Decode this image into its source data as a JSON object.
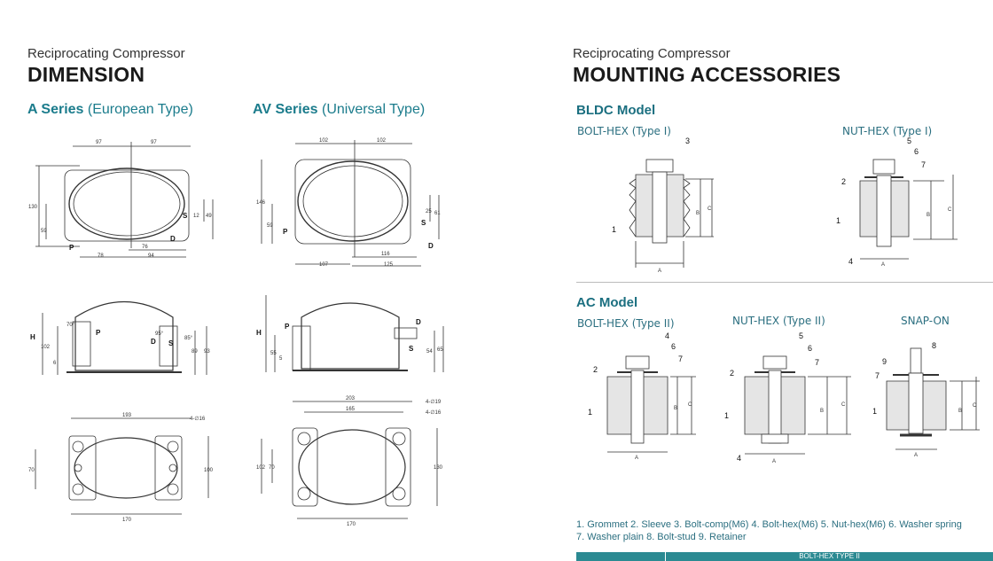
{
  "left": {
    "kicker": "Reciprocating Compressor",
    "title": "DIMENSION",
    "series_a": {
      "name": "A Series",
      "type": "(European Type)"
    },
    "series_av": {
      "name": "AV Series",
      "type": "(Universal Type)"
    },
    "a_dims": {
      "top_w1": "97",
      "top_w2": "97",
      "h_total": "130",
      "h_59": "59",
      "r12": "12",
      "r49": "49",
      "b76": "76",
      "b78": "78",
      "b94": "94",
      "side_h": "102",
      "side_6": "6",
      "side_89": "89",
      "side_93": "93",
      "ang1": "70°",
      "ang2": "95°",
      "ang3": "85°",
      "bot_193": "193",
      "bot_holes": "4-∅16",
      "bot_70": "70",
      "bot_100": "100",
      "bot_170": "170"
    },
    "av_dims": {
      "top_w1": "102",
      "top_w2": "102",
      "h_146": "146",
      "h_59": "59",
      "r25": "25",
      "r61": "61",
      "b116": "116",
      "b107": "107",
      "b125": "125",
      "side_55": "55",
      "side_5": "5",
      "side_54": "54",
      "side_65": "65",
      "bot_203": "203",
      "bot_165": "165",
      "holes1": "4-∅19",
      "holes2": "4-∅16",
      "bot_102": "102",
      "bot_70": "70",
      "bot_130": "130",
      "bot_170": "170"
    },
    "labels": {
      "P": "P",
      "S": "S",
      "D": "D",
      "H": "H"
    }
  },
  "right": {
    "kicker": "Reciprocating Compressor",
    "title": "MOUNTING ACCESSORIES",
    "bldc": {
      "title": "BLDC Model",
      "bolt": "BOLT-HEX (Type I)",
      "nut": "NUT-HEX (Type I)"
    },
    "ac": {
      "title": "AC Model",
      "bolt": "BOLT-HEX (Type II)",
      "nut": "NUT-HEX (Type II)",
      "snap": "SNAP-ON"
    },
    "dims": {
      "A": "A",
      "B": "B",
      "C": "C"
    },
    "legend_line1": "1. Grommet  2. Sleeve  3. Bolt-comp(M6)  4. Bolt-hex(M6)  5. Nut-hex(M6)  6. Washer spring",
    "legend_line2": "7. Washer plain  8. Bolt-stud  9. Retainer",
    "table_header": "BOLT-HEX TYPE II"
  },
  "colors": {
    "accent": "#1b7c8c",
    "table": "#2b8a92"
  }
}
